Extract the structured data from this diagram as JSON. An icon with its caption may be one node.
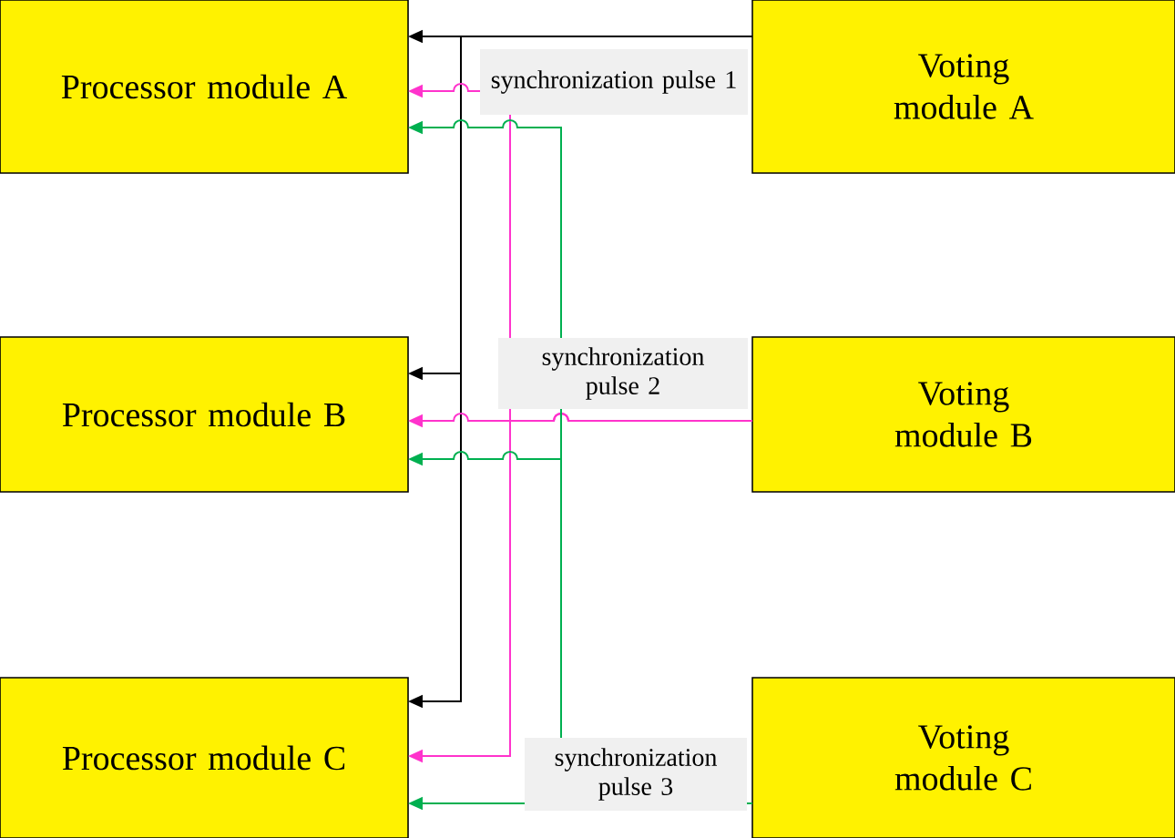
{
  "diagram": {
    "nodes": [
      {
        "text": [
          "Processor module A"
        ]
      },
      {
        "text": [
          "Voting module A"
        ]
      },
      {
        "text": [
          "Processor module B"
        ]
      },
      {
        "text": [
          "Voting module B"
        ]
      },
      {
        "text": [
          "Processor module C"
        ]
      },
      {
        "text": [
          "Voting module C"
        ]
      }
    ],
    "edges": [
      {
        "from": 1,
        "to": 0,
        "arrow": "to",
        "label": "synchronization pulse 1"
      },
      {
        "from": 1,
        "to": 2,
        "arrow": "to"
      },
      {
        "from": 1,
        "to": 4,
        "arrow": "to"
      },
      {
        "from": 3,
        "to": 0,
        "arrow": "to",
        "color": "#ff33cc"
      },
      {
        "from": 3,
        "to": 2,
        "arrow": "to",
        "label": "synchronization pulse 2",
        "color": "#ff33cc"
      },
      {
        "from": 3,
        "to": 4,
        "arrow": "to",
        "color": "#ff33cc"
      },
      {
        "from": 5,
        "to": 0,
        "arrow": "to",
        "color": "#00b050"
      },
      {
        "from": 5,
        "to": 2,
        "arrow": "to",
        "color": "#00b050"
      },
      {
        "from": 5,
        "to": 4,
        "arrow": "to",
        "label": "synchronization pulse 3",
        "color": "#00b050"
      }
    ]
  }
}
